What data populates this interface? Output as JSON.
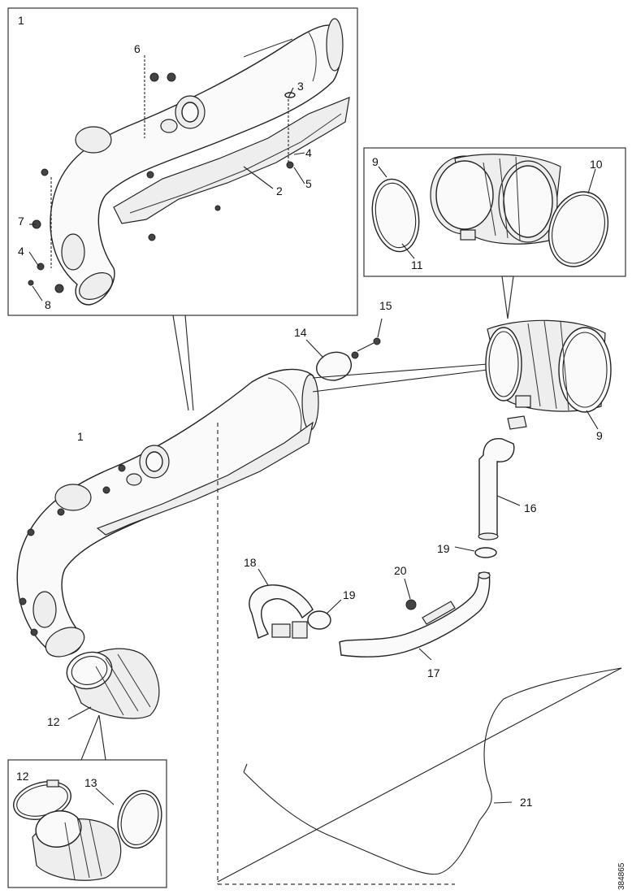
{
  "diagram": {
    "reference_code": "384865",
    "callouts": [
      {
        "id": "c-inset-1",
        "text": "1"
      },
      {
        "id": "c-6",
        "text": "6"
      },
      {
        "id": "c-3",
        "text": "3"
      },
      {
        "id": "c-4a",
        "text": "4"
      },
      {
        "id": "c-5",
        "text": "5"
      },
      {
        "id": "c-2",
        "text": "2"
      },
      {
        "id": "c-7",
        "text": "7"
      },
      {
        "id": "c-4b",
        "text": "4"
      },
      {
        "id": "c-8",
        "text": "8"
      },
      {
        "id": "c-9a",
        "text": "9"
      },
      {
        "id": "c-10",
        "text": "10"
      },
      {
        "id": "c-11",
        "text": "11"
      },
      {
        "id": "c-14",
        "text": "14"
      },
      {
        "id": "c-15",
        "text": "15"
      },
      {
        "id": "c-9b",
        "text": "9"
      },
      {
        "id": "c-1",
        "text": "1"
      },
      {
        "id": "c-16",
        "text": "16"
      },
      {
        "id": "c-19a",
        "text": "19"
      },
      {
        "id": "c-18",
        "text": "18"
      },
      {
        "id": "c-20",
        "text": "20"
      },
      {
        "id": "c-19b",
        "text": "19"
      },
      {
        "id": "c-17",
        "text": "17"
      },
      {
        "id": "c-12a",
        "text": "12"
      },
      {
        "id": "c-12b",
        "text": "12"
      },
      {
        "id": "c-13",
        "text": "13"
      },
      {
        "id": "c-21",
        "text": "21"
      }
    ]
  }
}
